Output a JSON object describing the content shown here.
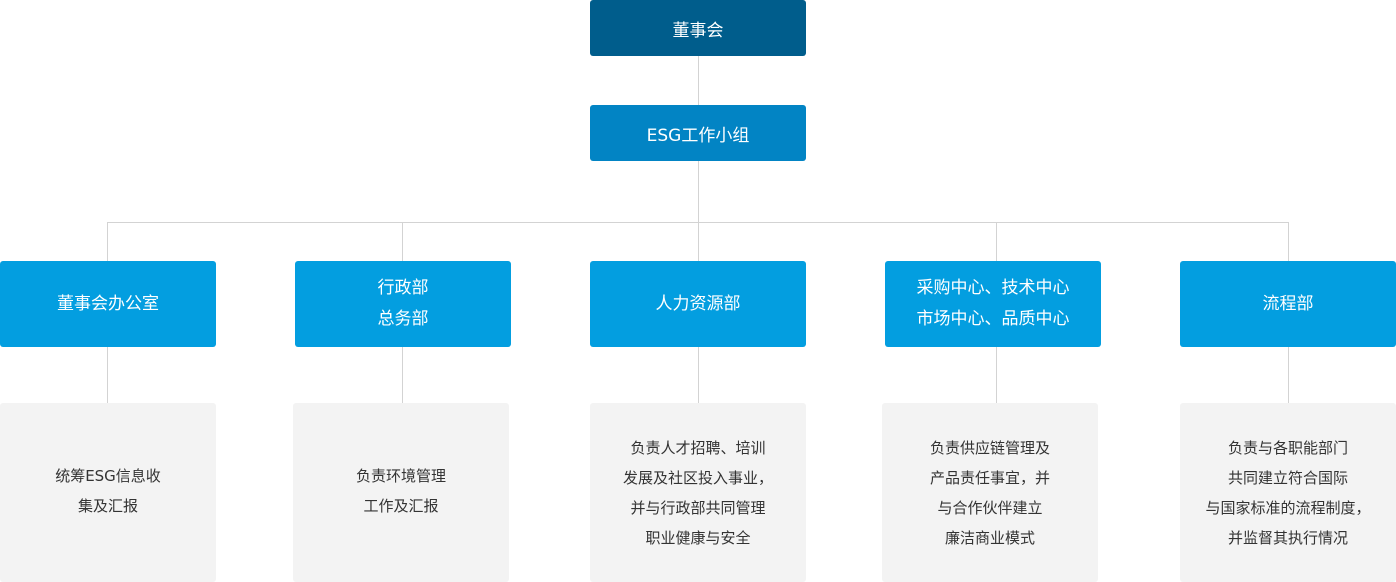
{
  "board": "董事会",
  "esg_group": "ESG工作小组",
  "departments": [
    {
      "lines": [
        "董事会办公室"
      ],
      "duty": [
        "统筹ESG信息收",
        "集及汇报"
      ]
    },
    {
      "lines": [
        "行政部",
        "总务部"
      ],
      "duty": [
        "负责环境管理",
        "工作及汇报"
      ]
    },
    {
      "lines": [
        "人力资源部"
      ],
      "duty": [
        "负责人才招聘、培训",
        "发展及社区投入事业，",
        "并与行政部共同管理",
        "职业健康与安全"
      ]
    },
    {
      "lines": [
        "采购中心、技术中心",
        "市场中心、品质中心"
      ],
      "duty": [
        "负责供应链管理及",
        "产品责任事宜，并",
        "与合作伙伴建立",
        "廉洁商业模式"
      ]
    },
    {
      "lines": [
        "流程部"
      ],
      "duty": [
        "负责与各职能部门",
        "共同建立符合国际",
        "与国家标准的流程制度，",
        "并监督其执行情况"
      ]
    }
  ]
}
